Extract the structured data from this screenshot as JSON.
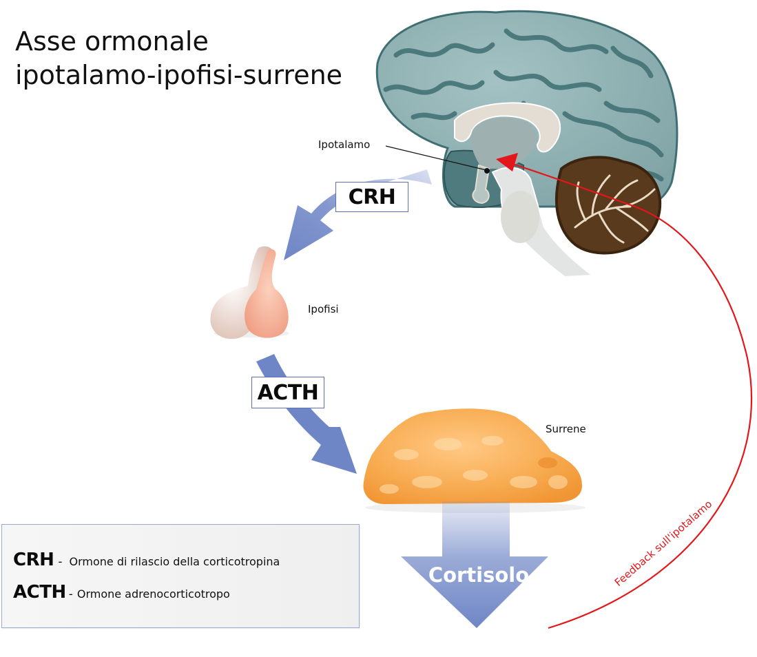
{
  "title": {
    "line1": "Asse ormonale",
    "line2": "ipotalamo-ipofisi-surrene"
  },
  "labels": {
    "hypothalamus": "Ipotalamo",
    "pituitary": "Ipofisi",
    "adrenal": "Surrene"
  },
  "hormones": {
    "crh": "CRH",
    "acth": "ACTH",
    "cortisol": "Cortisolo"
  },
  "feedback": {
    "label": "Feedback sull'ipotalamo"
  },
  "legend": {
    "items": [
      {
        "abbr": "CRH",
        "sep": "-",
        "desc": "Ormone di rilascio della corticotropina"
      },
      {
        "abbr": "ACTH",
        "sep": "-",
        "desc": "Ormone adrenocorticotropo"
      }
    ]
  },
  "colors": {
    "arrow_blue": "#6f86c6",
    "feedback_red": "#e3161b",
    "brain": "#8fb1b2",
    "brain_dark": "#3f6f72",
    "cerebellum": "#5a3a1c",
    "adrenal": "#f6a64a",
    "pituitary": "#f2a98f"
  }
}
